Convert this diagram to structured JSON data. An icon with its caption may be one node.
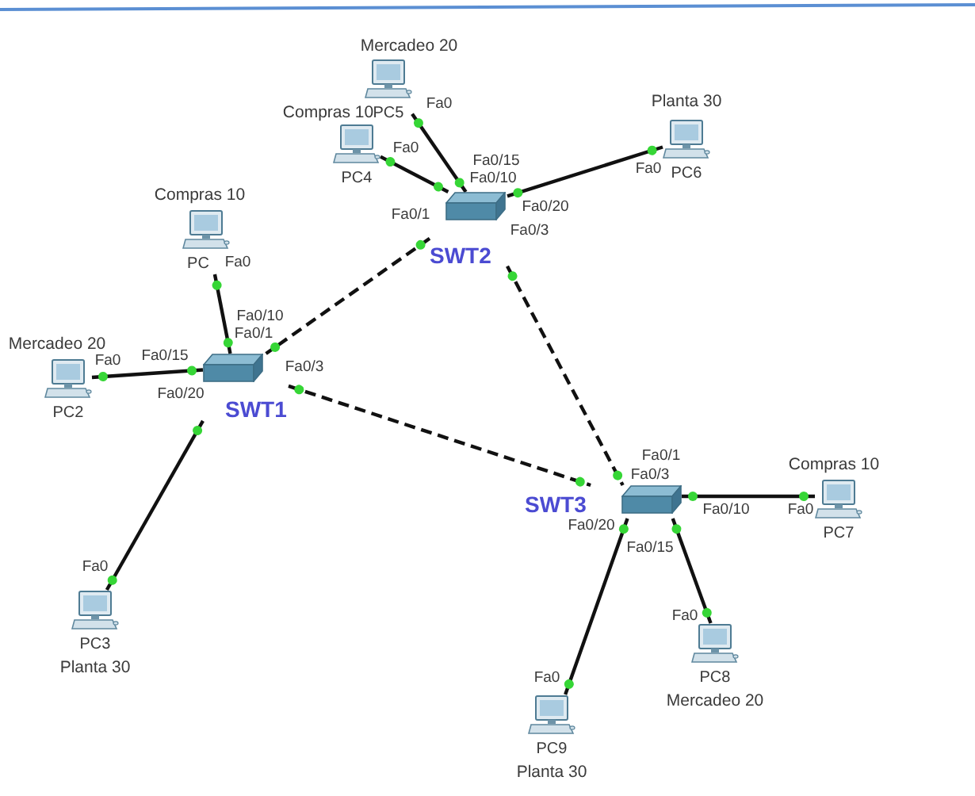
{
  "diagram": {
    "nodes": [
      {
        "text": [
          "PC5"
        ],
        "beside": [
          "Mercadeo 20",
          "Fa0"
        ]
      },
      {
        "text": [
          "PC4"
        ],
        "beside": [
          "Compras 10",
          "Fa0"
        ]
      },
      {
        "text": [
          "PC6"
        ],
        "beside": [
          "Planta 30",
          "Fa0"
        ]
      },
      {
        "text": [
          "SWT2"
        ],
        "beside": [
          "Fa0/15",
          "Fa0/10",
          "Fa0/20",
          "Fa0/1",
          "Fa0/3"
        ]
      },
      {
        "text": [
          "PC"
        ],
        "beside": [
          "Compras 10",
          "Fa0"
        ]
      },
      {
        "text": [
          "PC2"
        ],
        "beside": [
          "Mercadeo 20",
          "Fa0"
        ]
      },
      {
        "text": [
          "SWT1"
        ],
        "beside": [
          "Fa0/10",
          "Fa0/1",
          "Fa0/15",
          "Fa0/3",
          "Fa0/20"
        ]
      },
      {
        "text": [
          "SWT3"
        ],
        "beside": [
          "Fa0/1",
          "Fa0/3",
          "Fa0/10",
          "Fa0/20",
          "Fa0/15"
        ]
      },
      {
        "text": [
          "PC7"
        ],
        "beside": [
          "Compras 10",
          "Fa0"
        ]
      },
      {
        "text": [
          "PC3"
        ],
        "beside": [
          "Fa0",
          "Planta 30"
        ]
      },
      {
        "text": [
          "PC8"
        ],
        "beside": [
          "Fa0",
          "Mercadeo 20"
        ]
      },
      {
        "text": [
          "PC9"
        ],
        "beside": [
          "Fa0",
          "Planta 30"
        ]
      }
    ],
    "edges": [
      {
        "from": 0,
        "to": 3,
        "arrow": "other"
      },
      {
        "from": 1,
        "to": 3,
        "arrow": "other"
      },
      {
        "from": 2,
        "to": 3,
        "arrow": "other"
      },
      {
        "from": 4,
        "to": 6,
        "arrow": "other"
      },
      {
        "from": 5,
        "to": 6,
        "arrow": "other"
      },
      {
        "from": 9,
        "to": 6,
        "arrow": "other"
      },
      {
        "from": 3,
        "to": 6,
        "arrow": "other",
        "style": "dashed"
      },
      {
        "from": 3,
        "to": 7,
        "arrow": "other",
        "style": "dashed"
      },
      {
        "from": 6,
        "to": 7,
        "arrow": "other",
        "style": "dashed"
      },
      {
        "from": 7,
        "to": 8,
        "arrow": "other"
      },
      {
        "from": 7,
        "to": 10,
        "arrow": "other"
      },
      {
        "from": 7,
        "to": 11,
        "arrow": "other"
      }
    ]
  }
}
